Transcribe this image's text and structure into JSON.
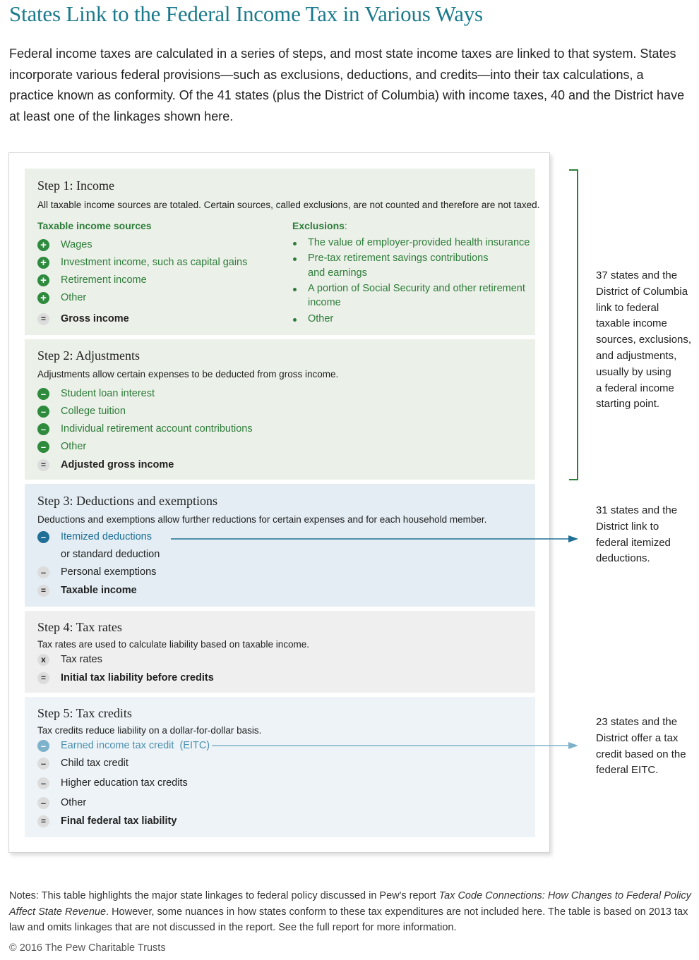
{
  "title": "States Link to the Federal Income Tax in Various Ways",
  "intro": "Federal income taxes are calculated in a series of steps, and most state income taxes are linked to that system. States incorporate various federal provisions—such as exclusions, deductions, and credits—into their tax calculations, a practice known as conformity. Of the 41 states (plus the District of Columbia) with income taxes, 40 and the District have at least one of the linkages shown here.",
  "step1": {
    "title": "Step 1: Income",
    "desc": "All taxable income sources are totaled. Certain sources, called exclusions, are not counted and therefore are not taxed.",
    "sources_heading": "Taxable income sources",
    "sources": [
      "Wages",
      "Investment income, such as capital gains",
      "Retirement income",
      "Other"
    ],
    "result": "Gross income",
    "exclusions_heading": "Exclusions",
    "exclusions_colon": ":",
    "exclusions": [
      [
        "The value of employer-provided health insurance"
      ],
      [
        "Pre-tax retirement savings contributions",
        "and earnings"
      ],
      [
        "A portion of Social Security and other retirement",
        "income"
      ],
      [
        "Other"
      ]
    ]
  },
  "step2": {
    "title": "Step 2: Adjustments",
    "desc": "Adjustments allow certain expenses to be deducted from gross income.",
    "items": [
      "Student loan interest",
      "College tuition",
      "Individual retirement account contributions",
      "Other"
    ],
    "result": "Adjusted gross income"
  },
  "step3": {
    "title": "Step 3: Deductions and exemptions",
    "desc": "Deductions and exemptions allow further reductions for certain expenses and for each household member.",
    "itemized": "Itemized deductions",
    "standard": "or standard deduction",
    "exemptions": "Personal exemptions",
    "result": "Taxable income"
  },
  "step4": {
    "title": "Step 4: Tax rates",
    "desc": "Tax rates are used to calculate liability based on taxable income.",
    "item": "Tax rates",
    "result": "Initial tax liability before credits"
  },
  "step5": {
    "title": "Step 5: Tax credits",
    "desc": "Tax credits reduce liability on a dollar-for-dollar basis.",
    "eitc": "Earned income tax credit  (EITC)",
    "items": [
      "Child tax credit",
      "Higher education tax credits",
      "Other"
    ],
    "result": "Final federal tax liability"
  },
  "symbols": {
    "plus": "+",
    "minus": "–",
    "equals": "=",
    "times": "x"
  },
  "side": {
    "income_note": [
      "37 states and the",
      "District of Columbia",
      "link to federal",
      "taxable income",
      "sources, exclusions,",
      "and adjustments,",
      "usually by using",
      "a federal income",
      "starting point."
    ],
    "itemized_note": [
      "31 states and the",
      "District link to",
      "federal itemized",
      "deductions."
    ],
    "eitc_note": [
      "23 states and the",
      "District offer a tax",
      "credit based on the",
      "federal EITC."
    ]
  },
  "notes": {
    "prefix": "Notes: This table highlights the major state linkages to federal policy discussed in Pew's report ",
    "report_title": "Tax Code Connections: How Changes to Federal Policy Affect State Revenue",
    "suffix": ". However, some nuances in how states conform to these tax expenditures are not included here. The table is based on 2013 tax law and omits linkages that are not discussed in the report. See the full report for more information."
  },
  "copyright": "© 2016 The Pew Charitable Trusts",
  "colors": {
    "title": "#1a7a8c",
    "green": "#2e7d3a",
    "blue": "#1f6f96",
    "light_blue": "#4c8fb0",
    "panel_green": "#ebf0e8",
    "panel_blue": "#e3edf3"
  }
}
